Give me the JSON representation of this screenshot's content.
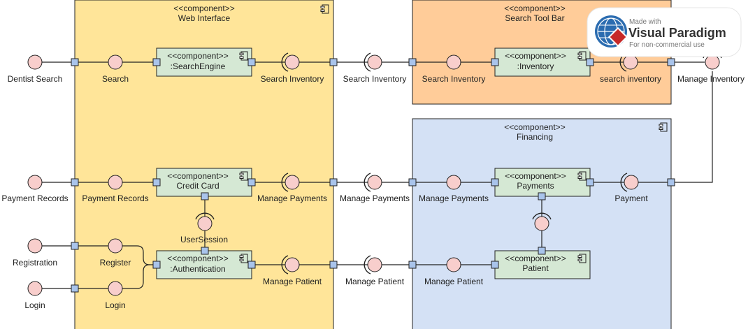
{
  "colors": {
    "web_fill": "#ffe599",
    "toolbar_fill": "#ffcc99",
    "financing_fill": "#d4e1f5",
    "inner_fill": "#d5e8d4",
    "port_fill": "#a9c4eb",
    "interface_fill": "#f8cecc"
  },
  "containers": {
    "web": {
      "stereotype": "<<component>>",
      "name": "Web Interface"
    },
    "toolbar": {
      "stereotype": "<<component>>",
      "name": "Search Tool Bar"
    },
    "financing": {
      "stereotype": "<<component>>",
      "name": "Financing"
    }
  },
  "components": {
    "search_engine": {
      "stereotype": "<<component>>",
      "name": ":SearchEngine"
    },
    "credit_card": {
      "stereotype": "<<component>>",
      "name": "Credit Card"
    },
    "authentication": {
      "stereotype": "<<component>>",
      "name": ":Authentication"
    },
    "inventory": {
      "stereotype": "<<component>>",
      "name": ":Inventory"
    },
    "payments": {
      "stereotype": "<<component>>",
      "name": "Payments"
    },
    "patient": {
      "stereotype": "<<component>>",
      "name": "Patient"
    }
  },
  "labels": {
    "dentist_search": "Dentist Search",
    "search": "Search",
    "search_inventory_web": "Search Inventory",
    "search_inventory_mid": "Search Inventory",
    "search_inventory_tb": "Search Inventory",
    "search_inventory_lc": "search inventory",
    "manage_inventory": "Manage Inventory",
    "payment_records_ext": "Payment Records",
    "payment_records_int": "Payment Records",
    "manage_payments_web": "Manage Payments",
    "manage_payments_mid": "Manage Payments",
    "manage_payments_fin": "Manage Payments",
    "payment": "Payment",
    "user_session": "UserSession",
    "registration": "Registration",
    "register": "Register",
    "login_ext": "Login",
    "login_int": "Login",
    "manage_patient_web": "Manage Patient",
    "manage_patient_mid": "Manage Patient",
    "manage_patient_fin": "Manage Patient"
  },
  "watermark": {
    "made_with": "Made with",
    "brand": "Visual Paradigm",
    "note": "For non-commercial use"
  }
}
